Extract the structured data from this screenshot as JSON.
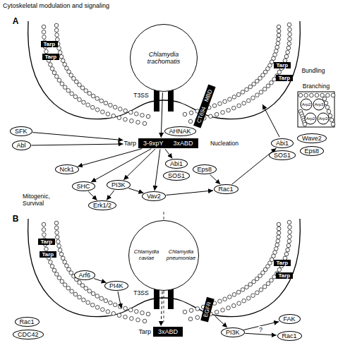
{
  "diagram": {
    "title": "Cytoskeletal modulation and signaling",
    "nodes": [
      {
        "text": [
          "Chlamydia trachomatis"
        ]
      },
      {
        "text": [
          "Tarp"
        ]
      },
      {
        "text": [
          "Tarp"
        ]
      },
      {
        "text": [
          "Tarp"
        ]
      },
      {
        "text": [
          "Tarp"
        ]
      },
      {
        "text": [
          "CT694",
          "MBD"
        ]
      },
      {
        "text": [
          "AHNAK"
        ]
      },
      {
        "text": [
          "SFK"
        ]
      },
      {
        "text": [
          "Abl"
        ]
      },
      {
        "text": [
          "Tarp",
          "3-9xpY",
          "3xABD"
        ]
      },
      {
        "text": [
          "Abi1"
        ]
      },
      {
        "text": [
          "SOS1"
        ]
      },
      {
        "text": [
          "Eps8"
        ]
      },
      {
        "text": [
          "Wave2"
        ]
      },
      {
        "text": [
          "Abi1"
        ]
      },
      {
        "text": [
          "SOS1"
        ]
      },
      {
        "text": [
          "Eps8"
        ]
      },
      {
        "text": [
          "Nck1"
        ]
      },
      {
        "text": [
          "SHC"
        ]
      },
      {
        "text": [
          "PI3K"
        ]
      },
      {
        "text": [
          "Vav2"
        ]
      },
      {
        "text": [
          "Rac1"
        ]
      },
      {
        "text": [
          "Erk1/2"
        ]
      },
      {
        "text": [
          "Chlamydia caviae",
          "Chlamydia pneumoniae"
        ]
      },
      {
        "text": [
          "Tarp"
        ]
      },
      {
        "text": [
          "Tarp"
        ]
      },
      {
        "text": [
          "Tarp"
        ]
      },
      {
        "text": [
          "Tarp"
        ]
      },
      {
        "text": [
          "Arf6"
        ]
      },
      {
        "text": [
          "PI4K"
        ]
      },
      {
        "text": [
          "EGFR"
        ]
      },
      {
        "text": [
          "Rac1"
        ]
      },
      {
        "text": [
          "CDC42"
        ]
      },
      {
        "text": [
          "Tarp",
          "3xABD"
        ]
      },
      {
        "text": [
          "PI3K"
        ]
      },
      {
        "text": [
          "FAK"
        ]
      },
      {
        "text": [
          "Rac1"
        ]
      }
    ],
    "edges": [
      {
        "from": 0,
        "to": 9,
        "arrow": "to"
      },
      {
        "from": 7,
        "to": 9,
        "arrow": "to"
      },
      {
        "from": 8,
        "to": 9,
        "arrow": "to"
      },
      {
        "from": 9,
        "to": 17,
        "arrow": "to"
      },
      {
        "from": 9,
        "to": 18,
        "arrow": "to"
      },
      {
        "from": 9,
        "to": 19,
        "arrow": "to"
      },
      {
        "from": 9,
        "to": 20,
        "arrow": "to"
      },
      {
        "from": 9,
        "to": 10,
        "arrow": "to"
      },
      {
        "from": 18,
        "to": 22,
        "arrow": "to"
      },
      {
        "from": 19,
        "to": 22,
        "arrow": "to"
      },
      {
        "from": 19,
        "to": 20,
        "arrow": "to"
      },
      {
        "from": 20,
        "to": 21,
        "arrow": "to"
      },
      {
        "from": 12,
        "to": 21,
        "arrow": "to"
      },
      {
        "from": 21,
        "to": 14,
        "arrow": "to"
      },
      {
        "from": 23,
        "to": 33,
        "arrow": "to"
      },
      {
        "from": 28,
        "to": 29,
        "arrow": "to"
      },
      {
        "from": 30,
        "to": 34,
        "arrow": "to"
      },
      {
        "from": 34,
        "to": 35,
        "arrow": "to"
      },
      {
        "from": 34,
        "to": 36,
        "label": "?",
        "arrow": "to"
      }
    ],
    "labels": [
      "A",
      "T3SS",
      "Bundling",
      "Branching",
      "Arp2",
      "Arp3",
      "Arp2",
      "Arp3",
      "Nucleation",
      "Mitogenic, Survival",
      "B",
      "T3SS"
    ]
  }
}
